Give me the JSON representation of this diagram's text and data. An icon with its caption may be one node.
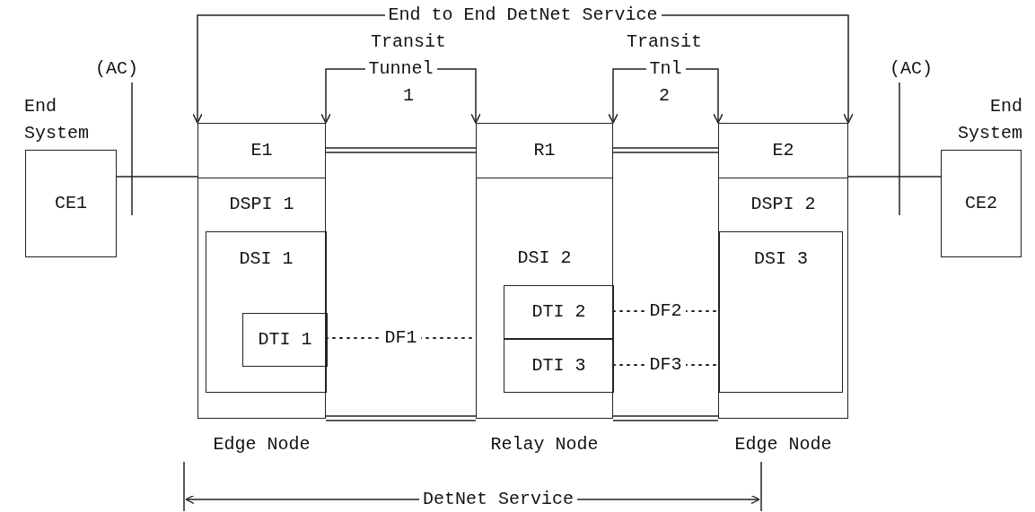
{
  "diagram": {
    "nodes": [
      {
        "text": [
          "End System",
          "CE1"
        ]
      },
      {
        "text": [
          "E1",
          "DSPI 1"
        ],
        "beside": [
          "Edge Node"
        ]
      },
      {
        "text": [
          "DSI 1"
        ],
        "in": 1
      },
      {
        "text": [
          "DTI 1"
        ],
        "in": 2
      },
      {
        "text": [
          "R1",
          "DSI 2"
        ],
        "beside": [
          "Relay Node"
        ]
      },
      {
        "text": [
          "DTI 2"
        ],
        "in": 4
      },
      {
        "text": [
          "DTI 3"
        ],
        "in": 4
      },
      {
        "text": [
          "E2",
          "DSPI 2"
        ],
        "beside": [
          "Edge Node"
        ]
      },
      {
        "text": [
          "DSI 3"
        ],
        "in": 7
      },
      {
        "text": [
          "End System",
          "CE2"
        ]
      }
    ],
    "edges": [
      {
        "from": 0,
        "to": 1,
        "arrow": "none"
      },
      {
        "from": 3,
        "to": 4,
        "arrow": "none",
        "label": "DF1",
        "style": "dashed"
      },
      {
        "from": 5,
        "to": 7,
        "arrow": "none",
        "label": "DF2",
        "style": "dashed"
      },
      {
        "from": 6,
        "to": 7,
        "arrow": "none",
        "label": "DF3",
        "style": "dashed"
      },
      {
        "from": 7,
        "to": 9,
        "arrow": "none"
      },
      {
        "from": 1,
        "to": 7,
        "arrow": "both",
        "label": "End to End DetNet Service"
      },
      {
        "from": 1,
        "to": 4,
        "arrow": "both",
        "label": "Tunnel"
      },
      {
        "from": 4,
        "to": 7,
        "arrow": "both",
        "label": "Tnl"
      }
    ],
    "labels": [
      "Transit",
      "Transit",
      "(AC)",
      "(AC)",
      "1",
      "2",
      "DetNet Service"
    ]
  }
}
